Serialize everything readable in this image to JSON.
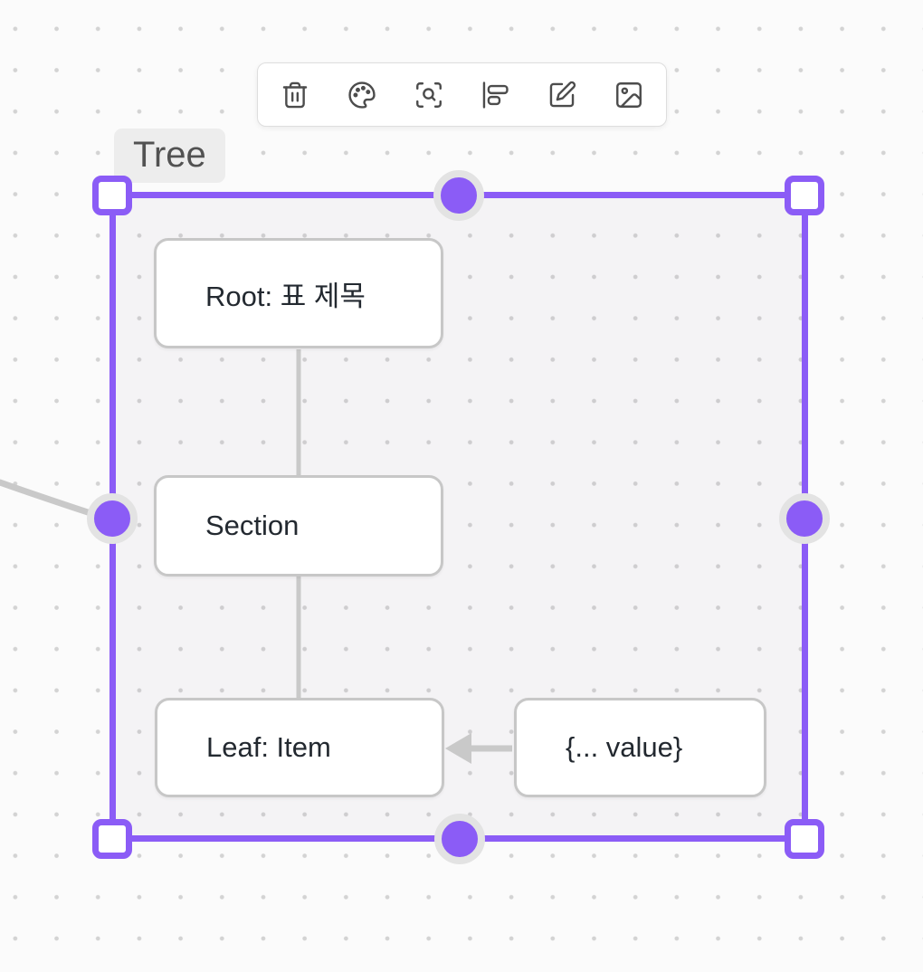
{
  "toolbar": {
    "buttons": [
      {
        "name": "delete-button",
        "icon": "trash-icon"
      },
      {
        "name": "color-button",
        "icon": "palette-icon"
      },
      {
        "name": "zoom-to-fit-button",
        "icon": "scan-search-icon"
      },
      {
        "name": "align-button",
        "icon": "align-left-icon"
      },
      {
        "name": "edit-button",
        "icon": "edit-pencil-icon"
      },
      {
        "name": "image-button",
        "icon": "image-icon"
      }
    ]
  },
  "frame": {
    "label": "Tree",
    "accent_color": "#8B5CF6"
  },
  "diagram": {
    "nodes": [
      {
        "id": "root",
        "label": "Root: 표 제목"
      },
      {
        "id": "section",
        "label": "Section"
      },
      {
        "id": "leaf",
        "label": "Leaf: Item"
      },
      {
        "id": "value",
        "label": "{... value}"
      }
    ],
    "edges": [
      {
        "from": "root",
        "to": "section",
        "arrow": false
      },
      {
        "from": "section",
        "to": "leaf",
        "arrow": false
      },
      {
        "from": "value",
        "to": "leaf",
        "arrow": true
      }
    ]
  },
  "colors": {
    "selection_purple": "#8B5CF6",
    "handle_halo": "#e3e3e3",
    "node_border": "#c7c7c7",
    "node_text": "#232930",
    "connector_gray": "#c9c9c9",
    "canvas_background": "#fbfbfb",
    "grid_dot": "#d3d3d3",
    "toolbar_icon": "#4c4c4c",
    "frame_label_text": "#525252",
    "frame_label_background": "#ededed"
  }
}
